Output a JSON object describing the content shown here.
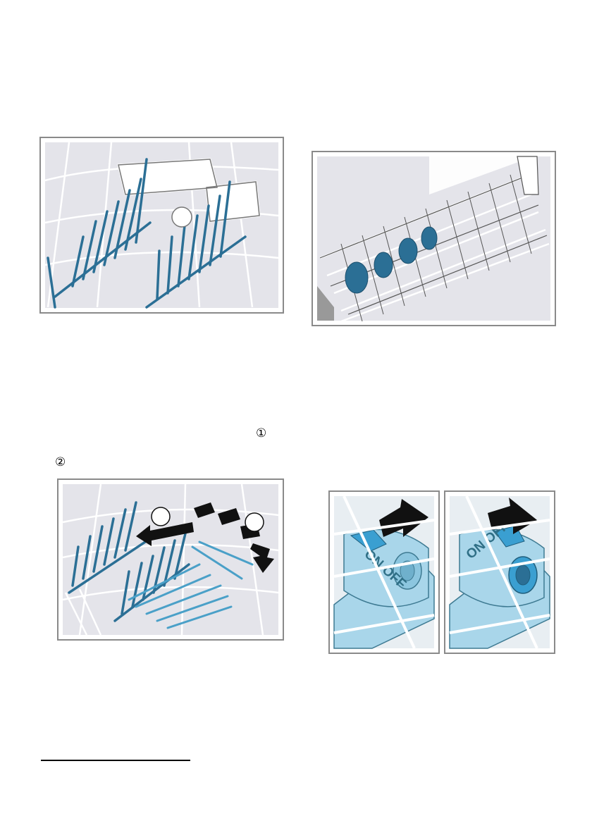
{
  "markers": {
    "step1": "①",
    "step2": "②"
  },
  "figures": {
    "switch_left": {
      "label": "ON OFF"
    },
    "switch_right": {
      "label": "ON OFF"
    }
  },
  "colors": {
    "tine_blue": "#2b6f95",
    "light_blue": "#a9d6ea",
    "arrow": "#111111",
    "background_grey": "#e4e4ea",
    "frame": "#8a8a8a"
  }
}
